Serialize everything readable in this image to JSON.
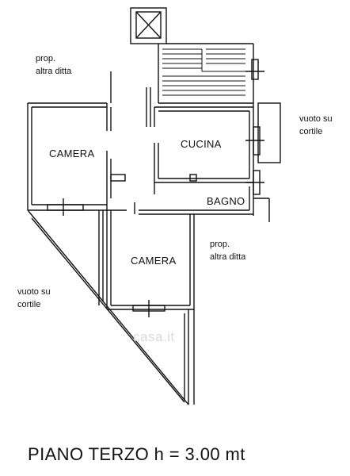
{
  "plan": {
    "title": "PIANO TERZO h = 3.00 mt",
    "rooms": {
      "camera_left": "CAMERA",
      "cucina": "CUCINA",
      "bagno": "BAGNO",
      "camera_bottom": "CAMERA"
    },
    "notes": {
      "prop_top_l1": "prop.",
      "prop_top_l2": "altra ditta",
      "prop_mid_l1": "prop.",
      "prop_mid_l2": "altra ditta",
      "vuoto_right_l1": "vuoto su",
      "vuoto_right_l2": "cortile",
      "vuoto_left_l1": "vuoto su",
      "vuoto_left_l2": "cortile"
    },
    "watermark": "casa.it"
  }
}
